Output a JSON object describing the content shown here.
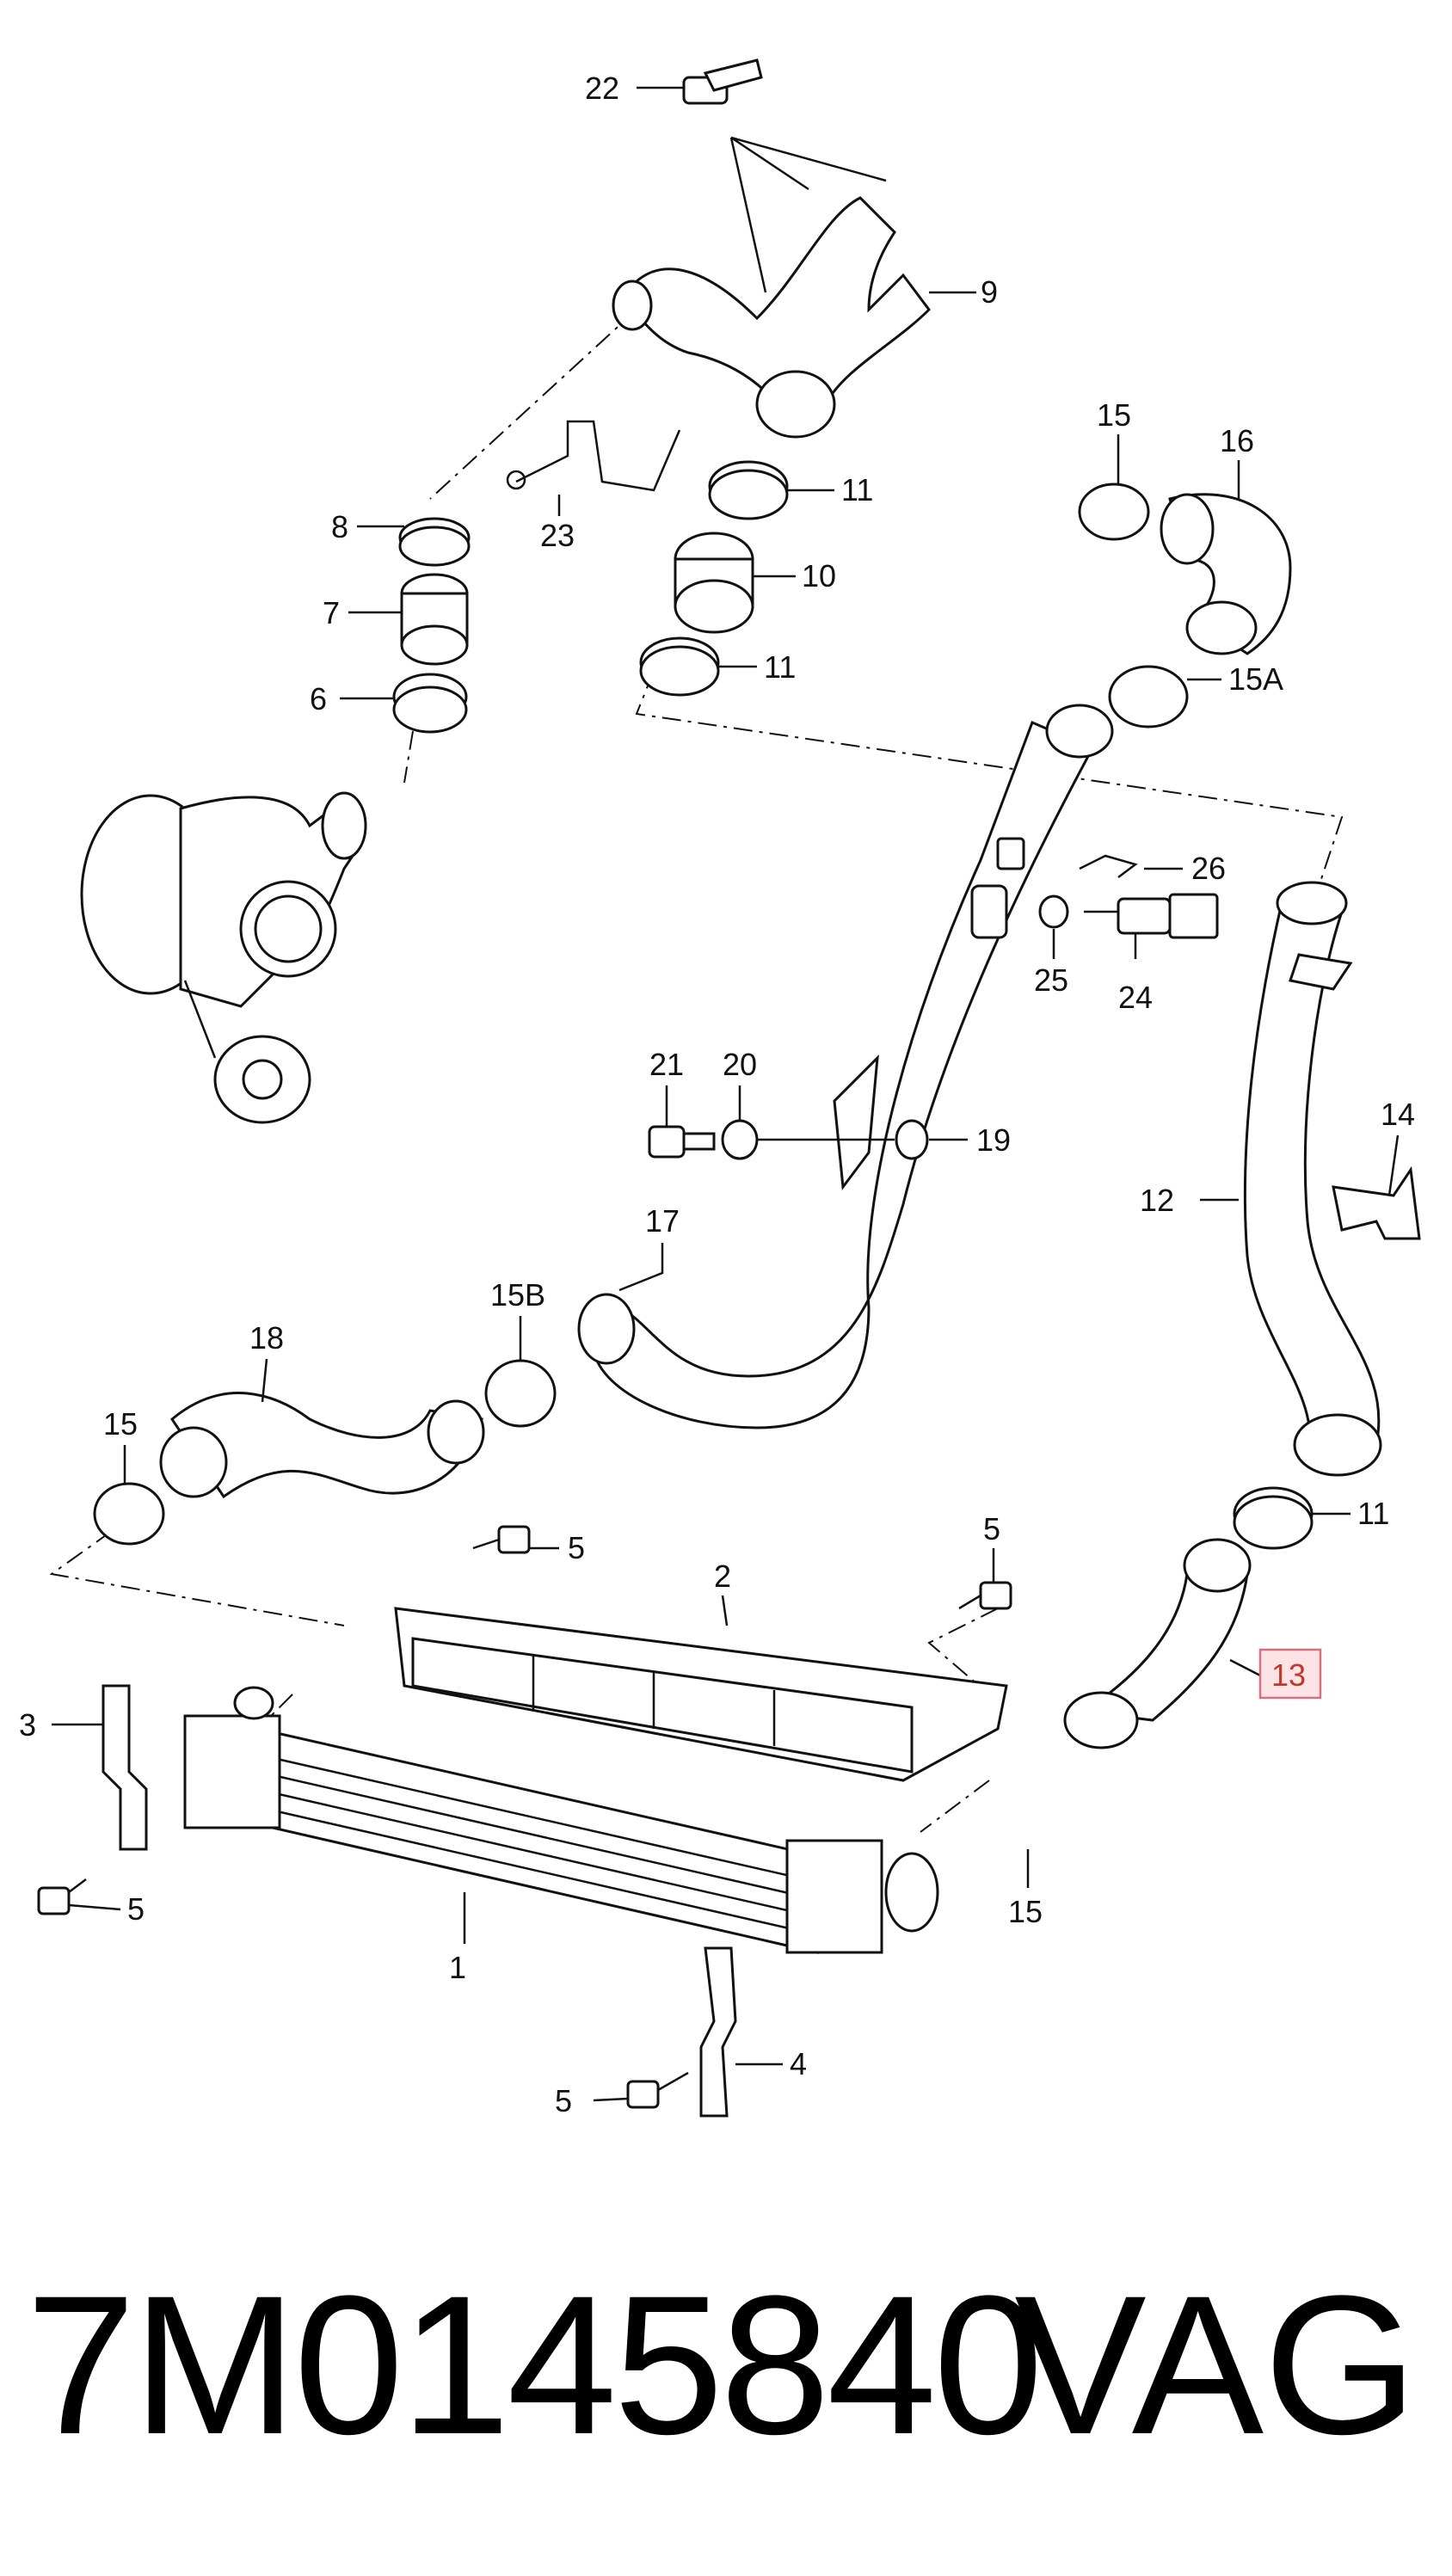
{
  "diagram": {
    "highlight_color": "#fbe3e6",
    "callouts": [
      {
        "id": "c22",
        "text": "22"
      },
      {
        "id": "c9",
        "text": "9"
      },
      {
        "id": "c11a",
        "text": "11"
      },
      {
        "id": "c10",
        "text": "10"
      },
      {
        "id": "c11b",
        "text": "11"
      },
      {
        "id": "c8",
        "text": "8"
      },
      {
        "id": "c23",
        "text": "23"
      },
      {
        "id": "c7",
        "text": "7"
      },
      {
        "id": "c6",
        "text": "6"
      },
      {
        "id": "c15a",
        "text": "15"
      },
      {
        "id": "c16",
        "text": "16"
      },
      {
        "id": "c15A",
        "text": "15A"
      },
      {
        "id": "c26",
        "text": "26"
      },
      {
        "id": "c25",
        "text": "25"
      },
      {
        "id": "c24",
        "text": "24"
      },
      {
        "id": "c21",
        "text": "21"
      },
      {
        "id": "c20",
        "text": "20"
      },
      {
        "id": "c19",
        "text": "19"
      },
      {
        "id": "c14",
        "text": "14"
      },
      {
        "id": "c12",
        "text": "12"
      },
      {
        "id": "c17",
        "text": "17"
      },
      {
        "id": "c15B",
        "text": "15B"
      },
      {
        "id": "c18",
        "text": "18"
      },
      {
        "id": "c15b",
        "text": "15"
      },
      {
        "id": "c11c",
        "text": "11"
      },
      {
        "id": "c5a",
        "text": "5"
      },
      {
        "id": "c5b",
        "text": "5"
      },
      {
        "id": "c2",
        "text": "2"
      },
      {
        "id": "c13",
        "text": "13"
      },
      {
        "id": "c3",
        "text": "3"
      },
      {
        "id": "c5c",
        "text": "5"
      },
      {
        "id": "c1",
        "text": "1"
      },
      {
        "id": "c15c",
        "text": "15"
      },
      {
        "id": "c4",
        "text": "4"
      },
      {
        "id": "c5d",
        "text": "5"
      }
    ]
  },
  "footer": {
    "part_number": "7M0145840",
    "brand": "VAG"
  }
}
